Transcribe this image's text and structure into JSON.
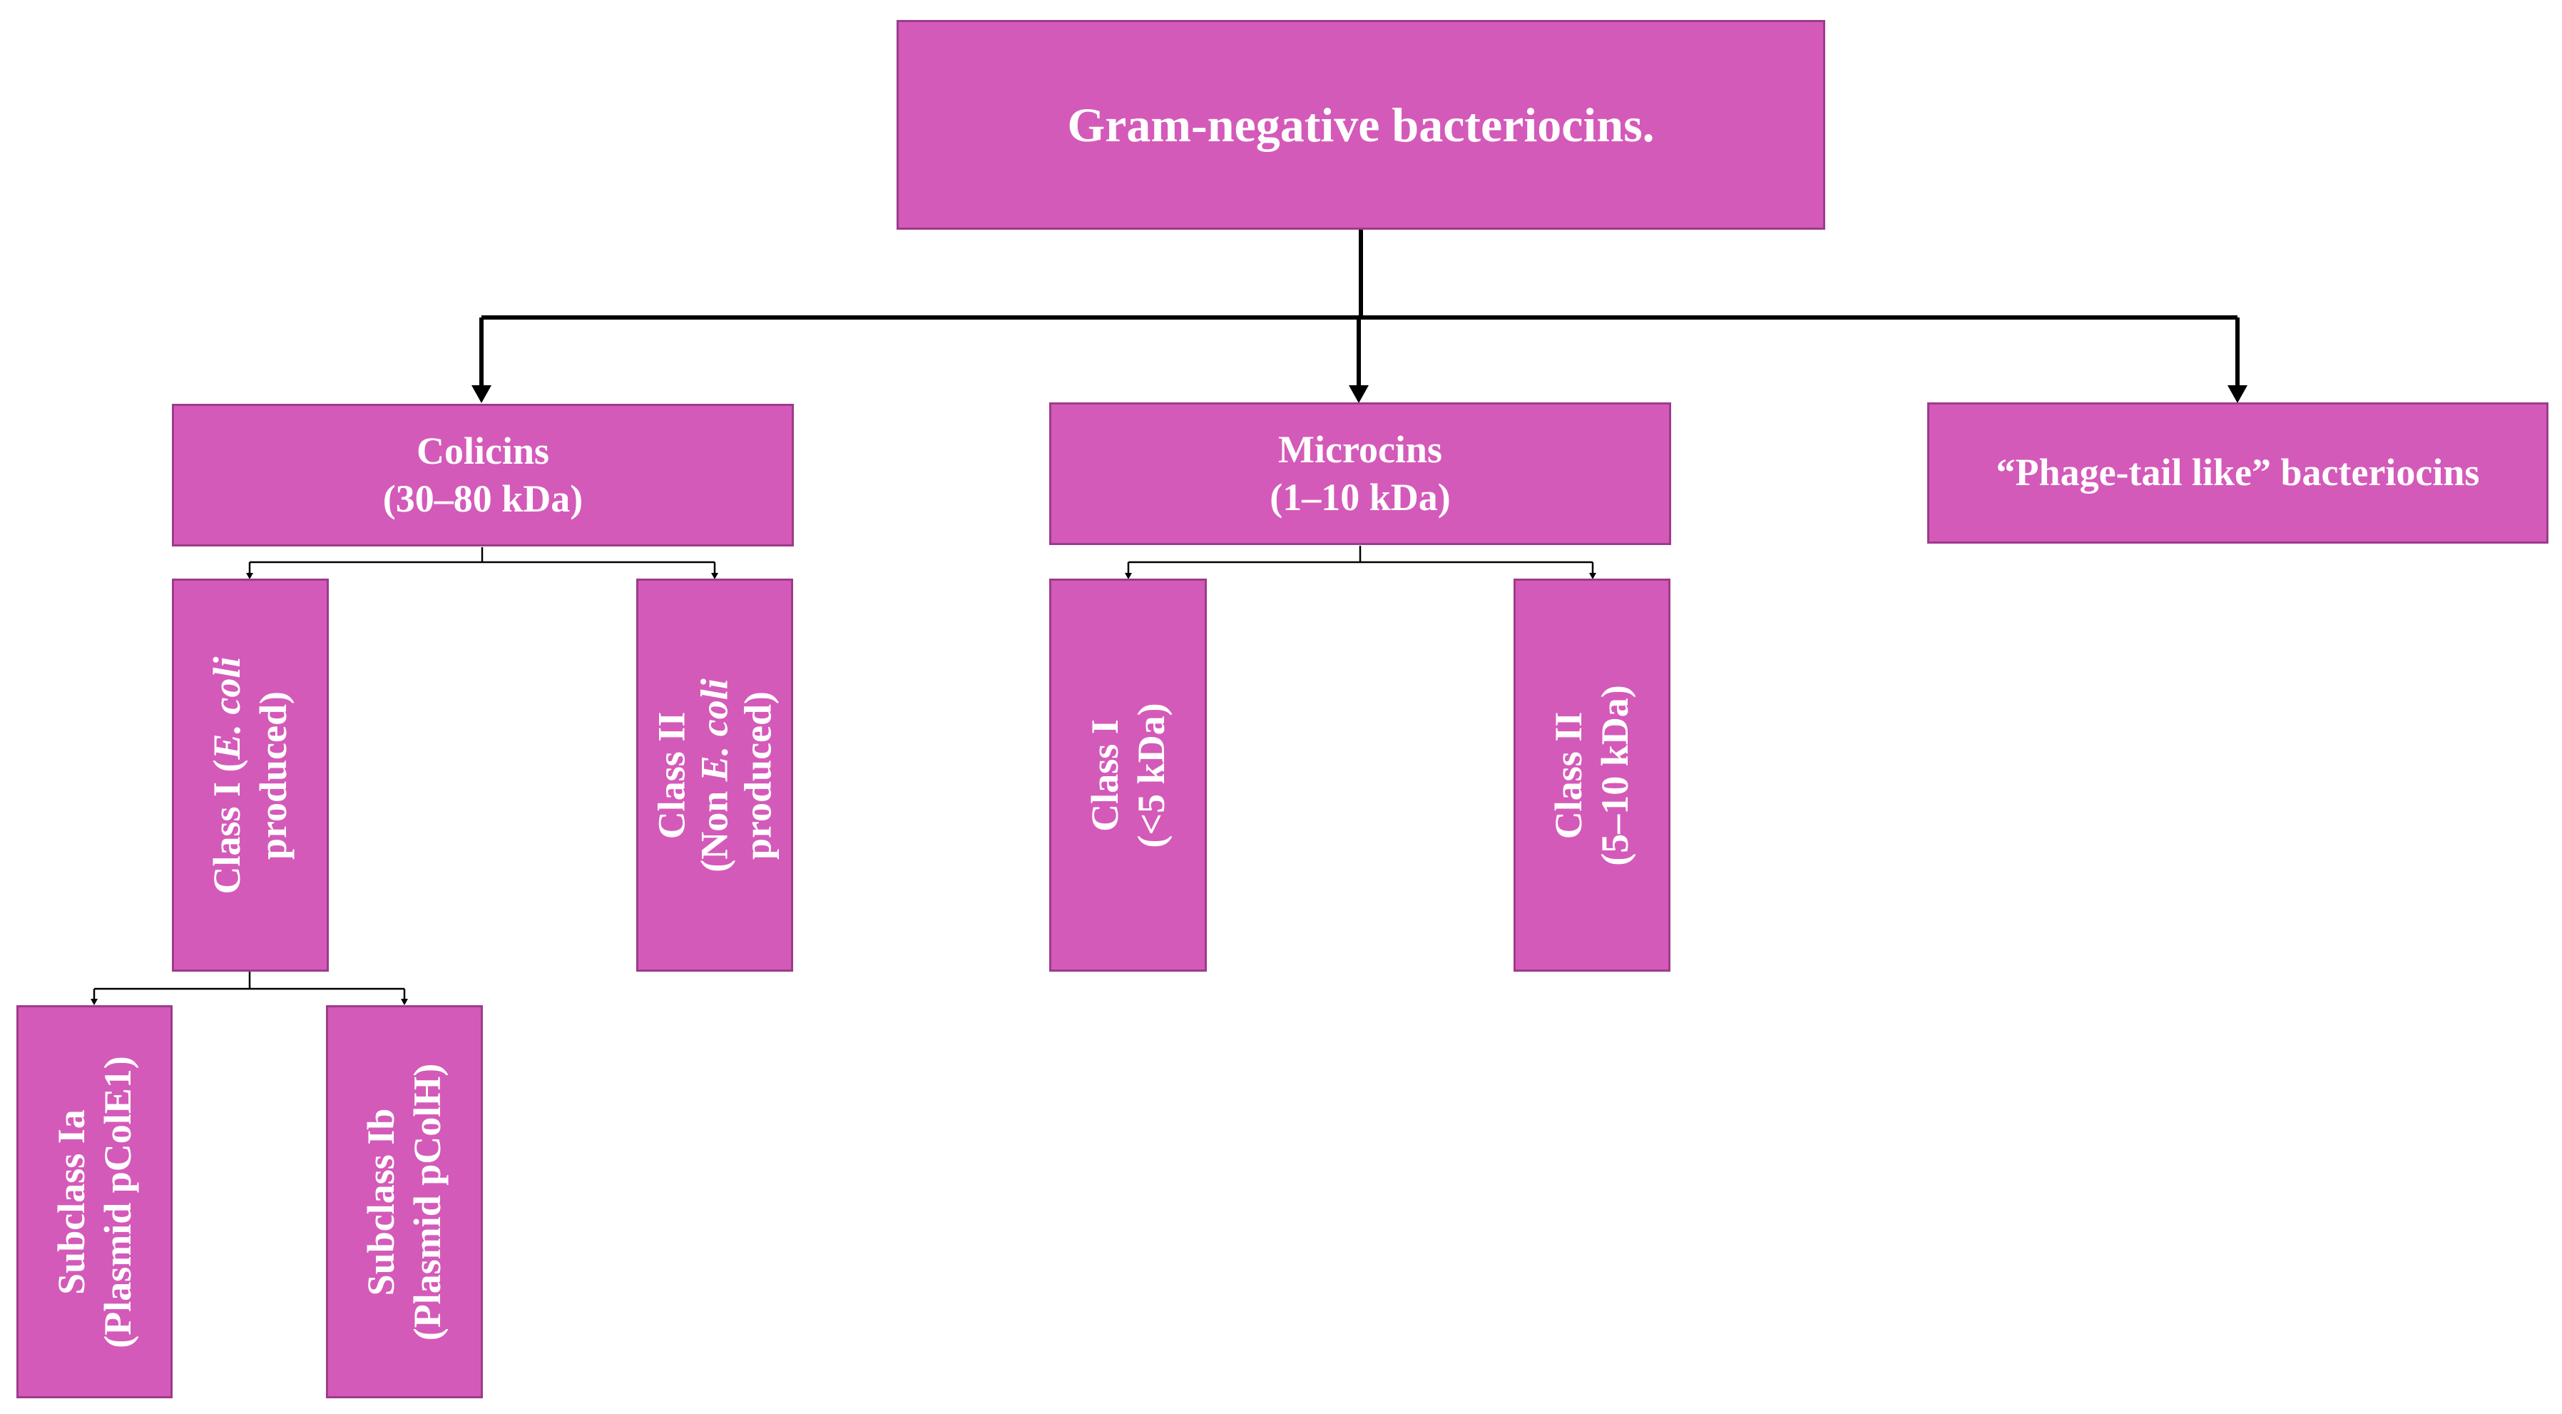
{
  "root": {
    "label": "Gram-negative bacteriocins."
  },
  "colicins": {
    "line1": "Colicins",
    "line2": "(30–80 kDa)",
    "class1": {
      "line1_pre": "Class I (",
      "line1_italic": "E. coli",
      "line2": "produced)"
    },
    "class2": {
      "line1": "Class II",
      "line2_pre": "(Non ",
      "line2_italic": "E. coli",
      "line3": "produced)"
    },
    "subclass_ia": {
      "line1": "Subclass Ia",
      "line2": "(Plasmid pColE1)"
    },
    "subclass_ib": {
      "line1": "Subclass Ib",
      "line2": "(Plasmid pColH)"
    }
  },
  "microcins": {
    "line1": "Microcins",
    "line2": "(1–10 kDa)",
    "class1": {
      "line1": "Class I",
      "line2": "(<5 kDa)"
    },
    "class2": {
      "line1": "Class II",
      "line2": "(5–10 kDa)"
    }
  },
  "phage_tail": {
    "label": "“Phage-tail like” bacteriocins"
  },
  "colors": {
    "box_fill": "#d45ab9",
    "box_border": "#9c3c8a",
    "text": "#ffffff",
    "connector": "#000000"
  }
}
